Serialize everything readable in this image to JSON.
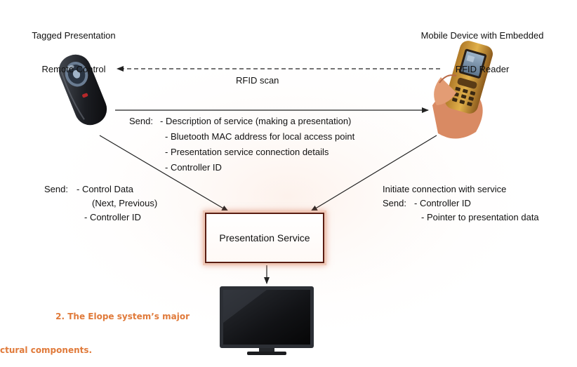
{
  "remote": {
    "title_line1": "Tagged Presentation",
    "title_line2": "Remote Control"
  },
  "phone": {
    "title_line1": "Mobile Device with Embedded",
    "title_line2": "RFID Reader"
  },
  "rfid_scan_label": "RFID scan",
  "send_to_remote": {
    "prefix": "Send:",
    "items": [
      "- Description of service (making a presentation)",
      "- Bluetooth MAC address for local access point",
      "- Presentation service connection details",
      "- Controller ID"
    ]
  },
  "remote_to_service": {
    "prefix": "Send:",
    "item1": "- Control Data",
    "item1_sub": "(Next, Previous)",
    "item2": "- Controller ID"
  },
  "phone_to_service": {
    "line1": "Initiate connection with service",
    "prefix": "Send:",
    "item1": "- Controller ID",
    "item2": "- Pointer to presentation data"
  },
  "service_box_label": "Presentation Service",
  "caption": {
    "line1": "2. The Elope system’s major",
    "line2": "ctural components."
  },
  "colors": {
    "box_border": "#5a1d12",
    "box_glow": "#e08a6a",
    "caption": "#e07a3a",
    "arrow": "#222222"
  },
  "icons": [
    "remote-control-icon",
    "mobile-phone-icon",
    "display-monitor-icon"
  ]
}
